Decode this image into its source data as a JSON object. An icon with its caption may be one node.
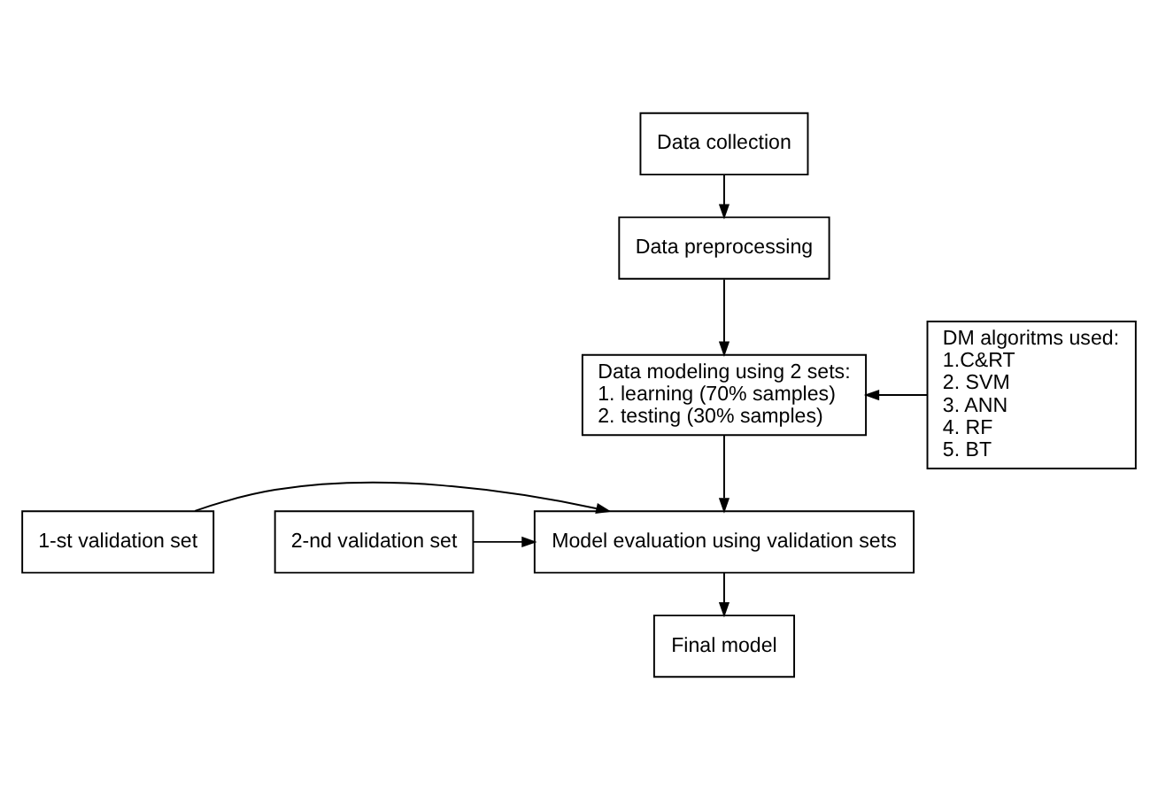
{
  "diagram": {
    "nodes": [
      {
        "text": [
          "Data collection"
        ]
      },
      {
        "text": [
          "Data preprocessing"
        ]
      },
      {
        "text": [
          "Data modeling using 2 sets:",
          "1. learning (70% samples)",
          "2. testing (30% samples)"
        ]
      },
      {
        "text": [
          "DM algoritms used:",
          "1.C&RT",
          "2. SVM",
          "3. ANN",
          "4. RF",
          "5. BT"
        ]
      },
      {
        "text": [
          "1-st validation set"
        ]
      },
      {
        "text": [
          "Model evaluation using validation sets"
        ]
      },
      {
        "text": [
          "2-nd validation set"
        ]
      },
      {
        "text": [
          "Final model"
        ]
      }
    ],
    "edges": [
      {
        "from": 0,
        "to": 1,
        "arrow": "to"
      },
      {
        "from": 1,
        "to": 2,
        "arrow": "to"
      },
      {
        "from": 3,
        "to": 2,
        "arrow": "to"
      },
      {
        "from": 2,
        "to": 5,
        "arrow": "to"
      },
      {
        "from": 4,
        "to": 5,
        "arrow": "to"
      },
      {
        "from": 6,
        "to": 5,
        "arrow": "to"
      },
      {
        "from": 5,
        "to": 7,
        "arrow": "to"
      }
    ]
  }
}
